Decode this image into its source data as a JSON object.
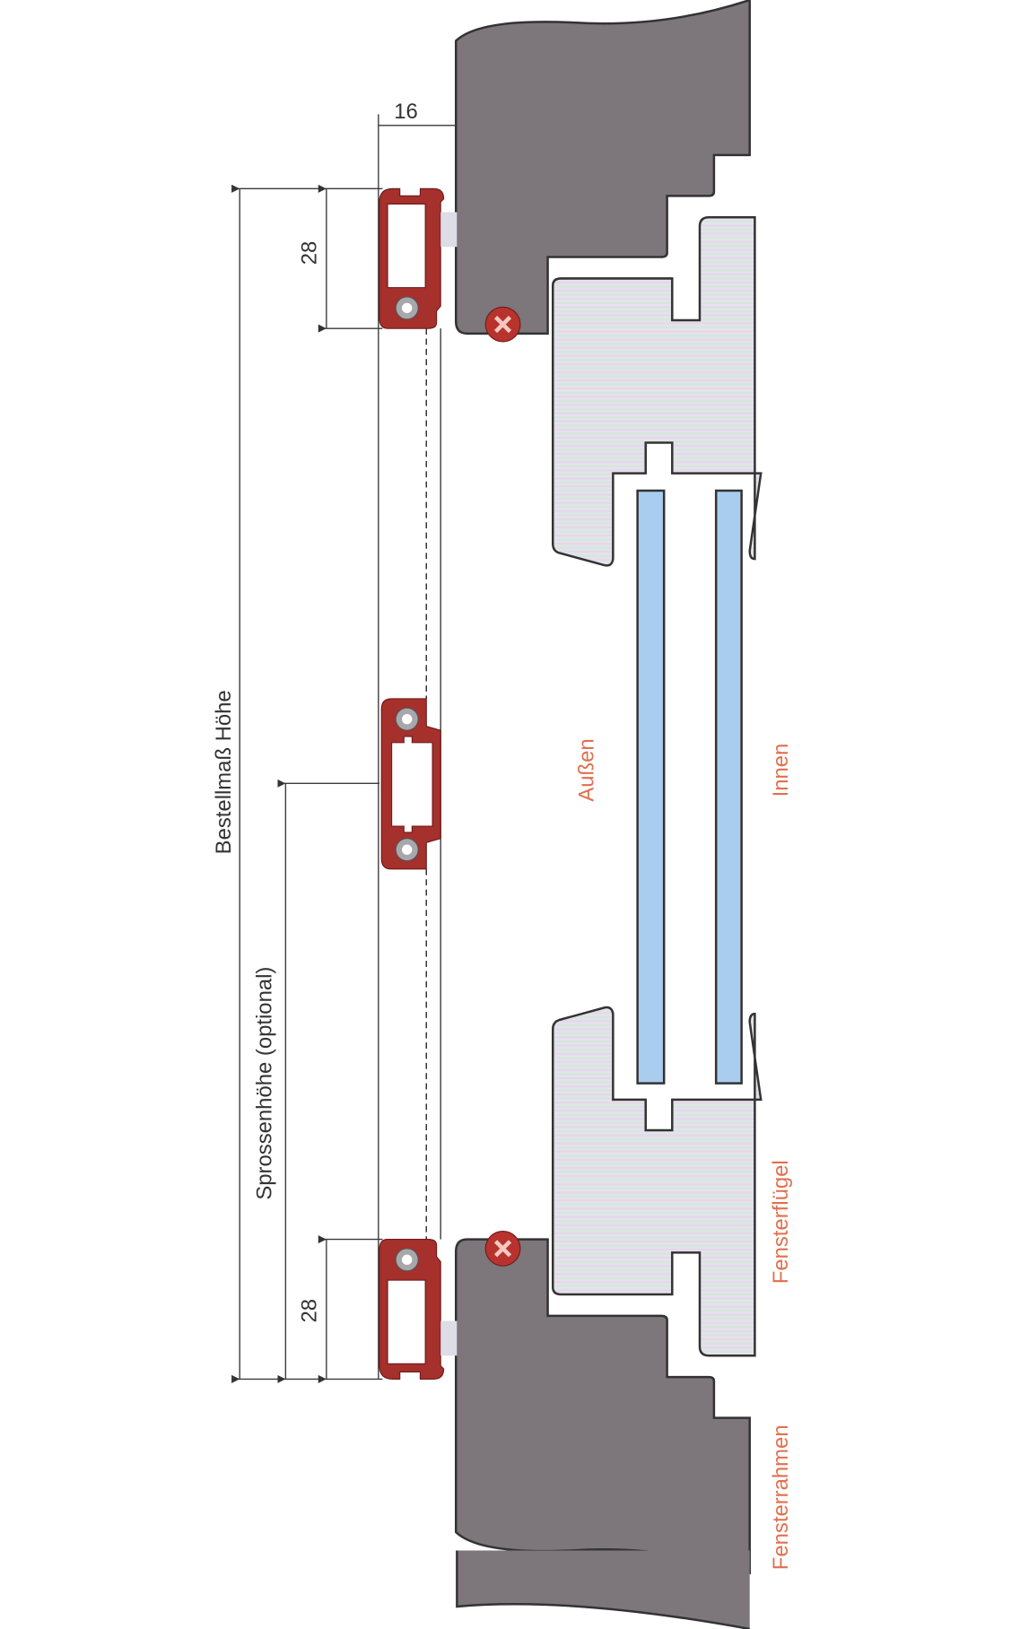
{
  "dimensions": {
    "depth": "16",
    "top_profile_height": "28",
    "bottom_profile_height": "28",
    "order_height": "Bestellmaß Höhe",
    "bar_height": "Sprossenhöhe (optional)"
  },
  "labels": {
    "outside": "Außen",
    "inside": "Innen",
    "sash": "Fensterflügel",
    "frame": "Fensterrahmen"
  },
  "colors": {
    "frame": "#7d767b",
    "sash": "#e2e2ea",
    "glass": "#a9cdee",
    "profile": "#a5302c",
    "label": "#e0704f",
    "screw": "#b8332e"
  }
}
